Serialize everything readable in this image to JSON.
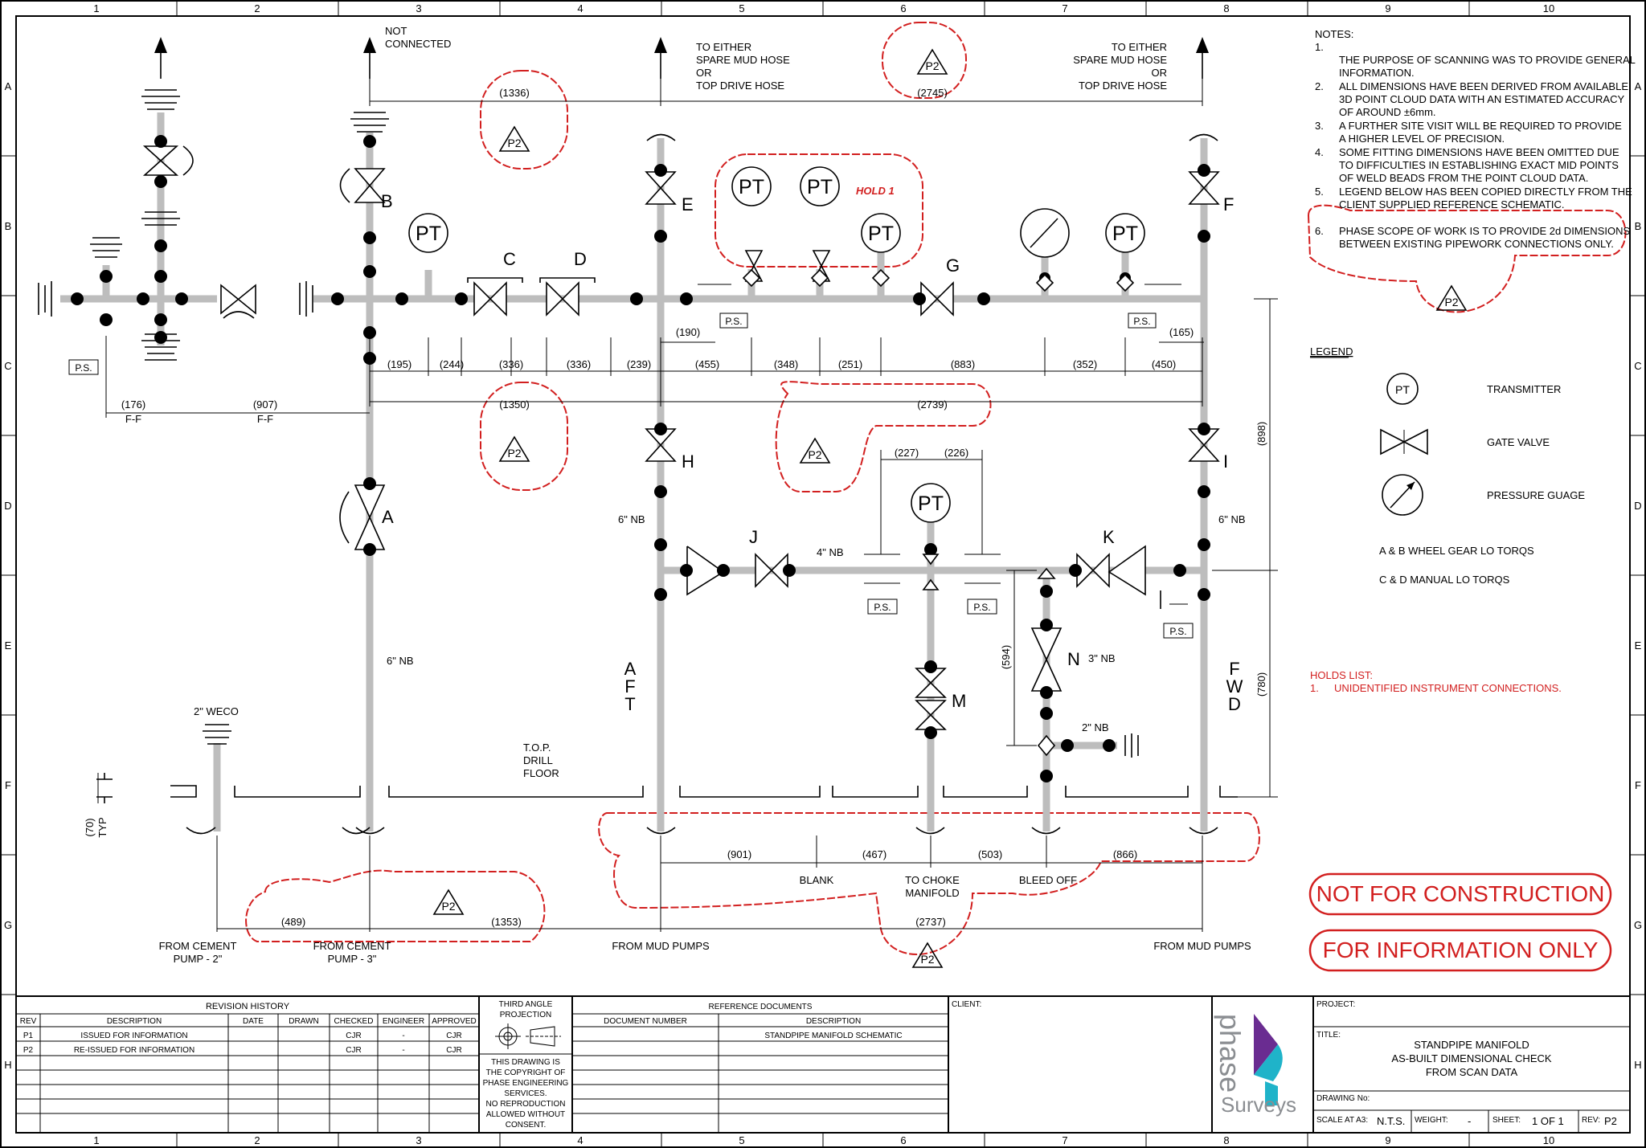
{
  "frame": {
    "columns": [
      "1",
      "2",
      "3",
      "4",
      "5",
      "6",
      "7",
      "8",
      "9",
      "10"
    ],
    "rows": [
      "A",
      "B",
      "C",
      "D",
      "E",
      "F",
      "G",
      "H"
    ]
  },
  "callouts": {
    "not_connected": [
      "NOT",
      "CONNECTED"
    ],
    "spare_left": [
      "TO EITHER",
      "SPARE MUD HOSE",
      "OR",
      "TOP DRIVE HOSE"
    ],
    "spare_right": [
      "TO EITHER",
      "SPARE MUD HOSE",
      "OR",
      "TOP DRIVE HOSE"
    ],
    "hold1": "HOLD 1",
    "weco": "2\" WECO",
    "typ": "TYP",
    "top_drill": [
      "T.O.P.",
      "DRILL",
      "FLOOR"
    ],
    "aft": [
      "A",
      "F",
      "T"
    ],
    "fwd": [
      "F",
      "W",
      "D"
    ],
    "from_cement_2": [
      "FROM CEMENT",
      "PUMP - 2\""
    ],
    "from_cement_3": [
      "FROM CEMENT",
      "PUMP - 3\""
    ],
    "from_mud_left": "FROM MUD PUMPS",
    "from_mud_right": "FROM MUD PUMPS",
    "blank": "BLANK",
    "to_choke": [
      "TO CHOKE",
      "MANIFOLD"
    ],
    "bleed_off": "BLEED OFF",
    "ps": "P.S.",
    "ff": "F-F",
    "nb6_left": "6\" NB",
    "nb6_mid": "6\" NB",
    "nb6_right": "6\" NB",
    "nb4": "4\" NB",
    "nb3": "3\" NB",
    "nb2": "2\" NB",
    "rev_tag": "P2",
    "pt": "PT"
  },
  "valves": {
    "a": "A",
    "b": "B",
    "c": "C",
    "d": "D",
    "e": "E",
    "f": "F",
    "g": "G",
    "h": "H",
    "i": "I",
    "j": "J",
    "k": "K",
    "m": "M",
    "n": "N"
  },
  "dimensions": {
    "d1336": "(1336)",
    "d2745": "(2745)",
    "d195": "(195)",
    "d244": "(244)",
    "d336a": "(336)",
    "d336b": "(336)",
    "d239": "(239)",
    "d455": "(455)",
    "d348": "(348)",
    "d251": "(251)",
    "d883": "(883)",
    "d352": "(352)",
    "d450": "(450)",
    "d190": "(190)",
    "d165": "(165)",
    "d176": "(176)",
    "d907": "(907)",
    "d1350": "(1350)",
    "d2739": "(2739)",
    "d227": "(227)",
    "d226": "(226)",
    "d898": "(898)",
    "d780": "(780)",
    "d594": "(594)",
    "d70": "(70)",
    "d901": "(901)",
    "d467": "(467)",
    "d503": "(503)",
    "d866": "(866)",
    "d489": "(489)",
    "d1353": "(1353)",
    "d2737": "(2737)"
  },
  "notes": {
    "title": "NOTES:",
    "items": [
      {
        "num": "1.",
        "lines": [
          "THE PURPOSE OF SCANNING WAS TO PROVIDE GENERAL",
          "INFORMATION."
        ]
      },
      {
        "num": "2.",
        "lines": [
          "ALL DIMENSIONS HAVE BEEN DERIVED FROM AVAILABLE",
          "3D POINT CLOUD DATA WITH AN ESTIMATED ACCURACY",
          "OF AROUND ±6mm."
        ]
      },
      {
        "num": "3.",
        "lines": [
          "A FURTHER SITE VISIT WILL BE REQUIRED TO PROVIDE",
          "A HIGHER LEVEL OF PRECISION."
        ]
      },
      {
        "num": "4.",
        "lines": [
          "SOME FITTING DIMENSIONS HAVE BEEN OMITTED DUE",
          "TO DIFFICULTIES IN ESTABLISHING EXACT MID POINTS",
          "OF WELD BEADS FROM THE POINT CLOUD DATA."
        ]
      },
      {
        "num": "5.",
        "lines": [
          "LEGEND BELOW HAS BEEN COPIED DIRECTLY FROM THE",
          "CLIENT SUPPLIED REFERENCE SCHEMATIC."
        ]
      },
      {
        "num": "6.",
        "lines": [
          "PHASE SCOPE OF WORK IS TO PROVIDE 2d DIMENSIONS",
          "BETWEEN EXISTING PIPEWORK CONNECTIONS ONLY."
        ]
      }
    ]
  },
  "legend": {
    "title": "LEGEND",
    "transmitter": "TRANSMITTER",
    "gate_valve": "GATE VALVE",
    "gauge": "PRESSURE GUAGE",
    "ab_note": "A & B WHEEL GEAR LO TORQS",
    "cd_note": "C & D MANUAL LO TORQS"
  },
  "holds": {
    "title": "HOLDS LIST:",
    "num": "1.",
    "item": "UNIDENTIFIED INSTRUMENT CONNECTIONS."
  },
  "stamps": {
    "not_for_construction": "NOT FOR CONSTRUCTION",
    "for_information": "FOR INFORMATION ONLY"
  },
  "title_block": {
    "revision_history": "REVISION HISTORY",
    "columns": [
      "REV",
      "DESCRIPTION",
      "DATE",
      "DRAWN",
      "CHECKED",
      "ENGINEER",
      "APPROVED"
    ],
    "rows": [
      [
        "P1",
        "ISSUED FOR INFORMATION",
        "",
        "",
        "CJR",
        "-",
        "CJR"
      ],
      [
        "P2",
        "RE-ISSUED FOR INFORMATION",
        "",
        "",
        "CJR",
        "-",
        "CJR"
      ]
    ],
    "third_angle": [
      "THIRD ANGLE",
      "PROJECTION"
    ],
    "copyright": [
      "THIS DRAWING IS",
      "THE COPYRIGHT OF",
      "PHASE ENGINEERING",
      "SERVICES.",
      "NO REPRODUCTION",
      "ALLOWED WITHOUT",
      "CONSENT."
    ],
    "reference_documents": "REFERENCE DOCUMENTS",
    "ref_columns": [
      "DOCUMENT NUMBER",
      "DESCRIPTION"
    ],
    "ref_rows": [
      [
        "",
        "STANDPIPE MANIFOLD SCHEMATIC"
      ]
    ],
    "client_label": "CLIENT:",
    "logo_word1": "phase",
    "logo_word2": "Surveys",
    "project_label": "PROJECT:",
    "title_label": "TITLE:",
    "title_lines": [
      "STANDPIPE MANIFOLD",
      "AS-BUILT DIMENSIONAL CHECK",
      "FROM SCAN DATA"
    ],
    "drawing_no_label": "DRAWING No:",
    "scale_label": "SCALE AT A3:",
    "scale_value": "N.T.S.",
    "weight_label": "WEIGHT:",
    "weight_value": "-",
    "sheet_label": "SHEET:",
    "sheet_value": "1 OF 1",
    "rev_label": "REV:",
    "rev_value": "P2"
  },
  "colors": {
    "revision_cloud": "#d21f1f",
    "pipe": "#bdbdbd",
    "logo_purple": "#6a2c91",
    "logo_teal": "#1fb3c9",
    "logo_grey": "#8a8d91"
  }
}
